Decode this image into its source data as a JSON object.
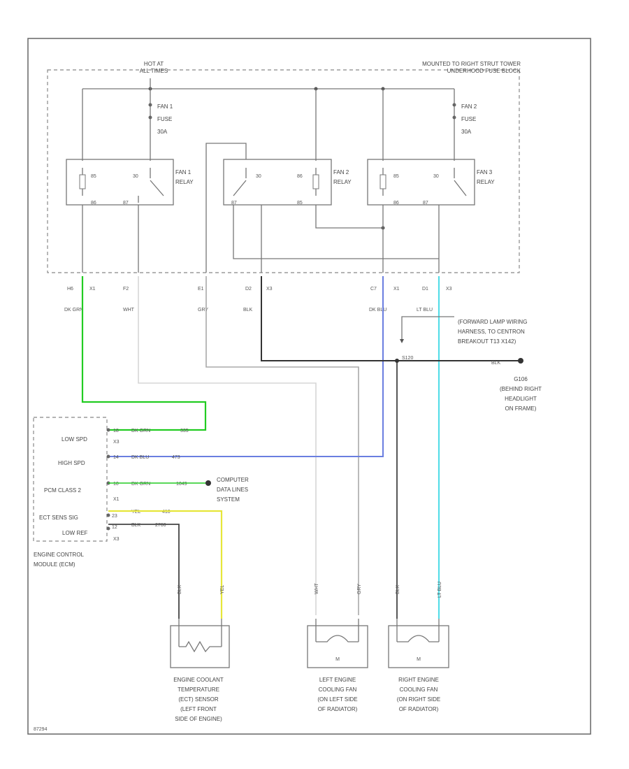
{
  "colors": {
    "dk_grn": "#22cc22",
    "dk_blu": "#6a7ee0",
    "lt_blu": "#55dde8",
    "yel": "#e6e63a",
    "wht": "#d6d6d6",
    "gry": "#aaaaaa",
    "blk": "#333333"
  },
  "header": {
    "hot_at": "HOT AT",
    "all_times": "ALL TIMES",
    "mounted": "MOUNTED TO RIGHT STRUT TOWER",
    "underhood": "UNDERHOOD FUSE BLOCK"
  },
  "fuses": {
    "fan1": {
      "line1": "FAN 1",
      "line2": "FUSE",
      "line3": "30A"
    },
    "fan2": {
      "line1": "FAN 2",
      "line2": "FUSE",
      "line3": "30A"
    }
  },
  "relays": {
    "fan1": {
      "line1": "FAN 1",
      "line2": "RELAY",
      "p85": "85",
      "p30": "30",
      "p86": "86",
      "p87": "87"
    },
    "fan2": {
      "line1": "FAN 2",
      "line2": "RELAY",
      "p87": "87",
      "p30": "30",
      "p86": "86",
      "p85": "85"
    },
    "fan3": {
      "line1": "FAN 3",
      "line2": "RELAY",
      "p85": "85",
      "p30": "30",
      "p86": "86",
      "p87": "87"
    }
  },
  "connectors": {
    "h6": "H6",
    "x1a": "X1",
    "f2": "F2",
    "e1": "E1",
    "d2": "D2",
    "x3a": "X3",
    "c7": "C7",
    "x1b": "X1",
    "d1": "D1",
    "x3b": "X3"
  },
  "wire_colors": {
    "dk_grn": "DK GRN",
    "wht": "WHT",
    "gry": "GRY",
    "blk": "BLK",
    "dk_blu": "DK BLU",
    "lt_blu": "LT BLU"
  },
  "forward_lamp": {
    "line1": "(FORWARD LAMP WIRING",
    "line2": "HARNESS, TO CENTRON",
    "line3": "BREAKOUT T13 X142)"
  },
  "ground": {
    "wire": "BLK",
    "id": "G106",
    "line1": "(BEHIND RIGHT",
    "line2": "HEADLIGHT",
    "line3": "ON FRAME)"
  },
  "ecm": {
    "low_spd": "LOW SPD",
    "high_spd": "HIGH SPD",
    "pcm_class": "PCM CLASS 2",
    "ect_sens": "ECT SENS SIG",
    "low_ref": "LOW REF",
    "pin1": "18",
    "c1": "DK GRN",
    "n1": "335",
    "x3_1": "X3",
    "pin2": "14",
    "c2": "DK BLU",
    "n2": "473",
    "pin3": "10",
    "c3": "DK GRN",
    "n3": "1049",
    "x1_3": "X1",
    "pin4": "23",
    "c4": "YEL",
    "n4": "410",
    "pin5": "12",
    "c5": "BLK",
    "n5": "2760",
    "x3_5": "X3",
    "label1": "ENGINE CONTROL",
    "label2": "MODULE (ECM)"
  },
  "computer": {
    "line1": "COMPUTER",
    "line2": "DATA LINES",
    "line3": "SYSTEM"
  },
  "bottom": {
    "ect_w1": "BLK",
    "ect_w2": "YEL",
    "left_w1": "WHT",
    "left_w2": "GRY",
    "right_w1": "BLK",
    "right_w2": "LT BLU",
    "motor": "M",
    "ect_label": [
      "ENGINE COOLANT",
      "TEMPERATURE",
      "(ECT) SENSOR",
      "(LEFT FRONT",
      "SIDE OF ENGINE)"
    ],
    "left_label": [
      "LEFT ENGINE",
      "COOLING FAN",
      "(ON LEFT SIDE",
      "OF RADIATOR)"
    ],
    "right_label": [
      "RIGHT ENGINE",
      "COOLING FAN",
      "(ON RIGHT SIDE",
      "OF RADIATOR)"
    ]
  },
  "footer": {
    "code": "87294"
  }
}
